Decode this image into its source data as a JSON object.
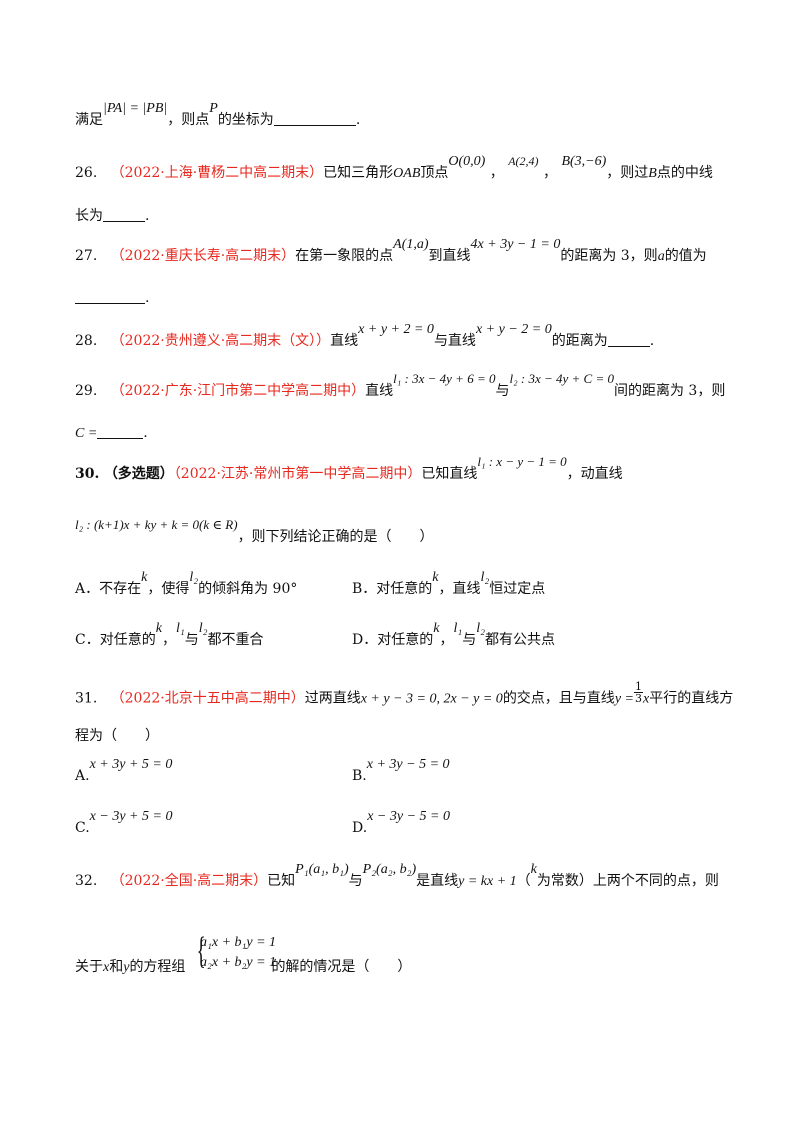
{
  "lines": {
    "l25": {
      "pre": "满足",
      "math": "|PA| = |PB|",
      "mid": "，则点",
      "p": "P",
      "post": "的坐标为",
      "end": "."
    },
    "q26": {
      "num": "26.",
      "src": "（2022·上海·曹杨二中高二期末）",
      "t1": "已知三角形",
      "oab": "OAB",
      "t2": "顶点",
      "o": "O(0,0)",
      "a": "A(2,4)",
      "b": "B(3,−6)",
      "t3": "，则过",
      "bb": "B",
      "t4": "点的中线",
      "t5": "长为",
      "end": "."
    },
    "q27": {
      "num": "27.",
      "src": "（2022·重庆长寿·高二期末）",
      "t1": "在第一象限的点",
      "pt": "A(1,a)",
      "t2": "到直线",
      "ln": "4x + 3y − 1 = 0",
      "t3": "的距离为 3，则",
      "a": "a",
      "t4": "的值为",
      "end": "."
    },
    "q28": {
      "num": "28.",
      "src": "（2022·贵州遵义·高二期末（文））",
      "t1": "直线",
      "l1": "x + y + 2 = 0",
      "t2": "与直线",
      "l2": "x + y − 2 = 0",
      "t3": "的距离为",
      "end": "."
    },
    "q29": {
      "num": "29.",
      "src": "（2022·广东·江门市第二中学高二期中）",
      "t1": "直线",
      "l1": "l₁ : 3x − 4y + 6 = 0",
      "t2": "与",
      "l2": "l₂ : 3x − 4y + C = 0",
      "t3": "间的距离为 3，则",
      "c": "C =",
      "end": "."
    },
    "q30": {
      "num": "30.",
      "tag": "（多选题）",
      "src": "（2022·江苏·常州市第一中学高二期中）",
      "t1": "已知直线",
      "l1": "l₁ : x − y − 1 = 0",
      "t2": "，动直线",
      "l2": "l₂ : (k+1)x + ky + k = 0(k ∈ R)",
      "t3": "，则下列结论正确的是（　　）",
      "A": "A．不存在",
      "Ak": "k",
      "A2": "，使得",
      "Al": "l₂",
      "A3": "的倾斜角为 90°",
      "B": "B．对任意的",
      "Bk": "k",
      "B2": "，直线",
      "Bl": "l₂",
      "B3": "恒过定点",
      "C": "C．对任意的",
      "Ck": "k",
      "C2": "，",
      "Cl1": "l₁",
      "C3": "与",
      "Cl2": "l₂",
      "C4": "都不重合",
      "D": "D．对任意的",
      "Dk": "k",
      "D2": "，",
      "Dl1": "l₁",
      "D3": "与",
      "Dl2": "l₂",
      "D4": "都有公共点"
    },
    "q31": {
      "num": "31.",
      "src": "（2022·北京十五中高二期中）",
      "t1": "过两直线",
      "lines": "x + y − 3 = 0, 2x − y = 0",
      "t2": "的交点，且与直线",
      "y": "y =",
      "fn": "1",
      "fd": "3",
      "x": "x",
      "t3": "平行的直线方",
      "t4": "程为（　　）",
      "A": "A.",
      "Am": "x + 3y + 5 = 0",
      "B": "B.",
      "Bm": "x + 3y − 5 = 0",
      "C": "C.",
      "Cm": "x − 3y + 5 = 0",
      "D": "D.",
      "Dm": "x − 3y − 5 = 0"
    },
    "q32": {
      "num": "32.",
      "src": "（2022·全国·高二期末）",
      "t1": "已知",
      "p1": "P₁(a₁, b₁)",
      "t2": "与",
      "p2": "P₂(a₂, b₂)",
      "t3": "是直线",
      "ln": "y = kx + 1",
      "t4": "（",
      "k": "k",
      "t5": "为常数）上两个不同的点，则",
      "t6": "关于",
      "xv": "x",
      "t7": "和",
      "yv": "y",
      "t8": "的方程组",
      "e1": "a₁x + b₁y = 1",
      "e2": "a₂x + b₂y = 1",
      "t9": "的解的情况是（　　）"
    }
  }
}
